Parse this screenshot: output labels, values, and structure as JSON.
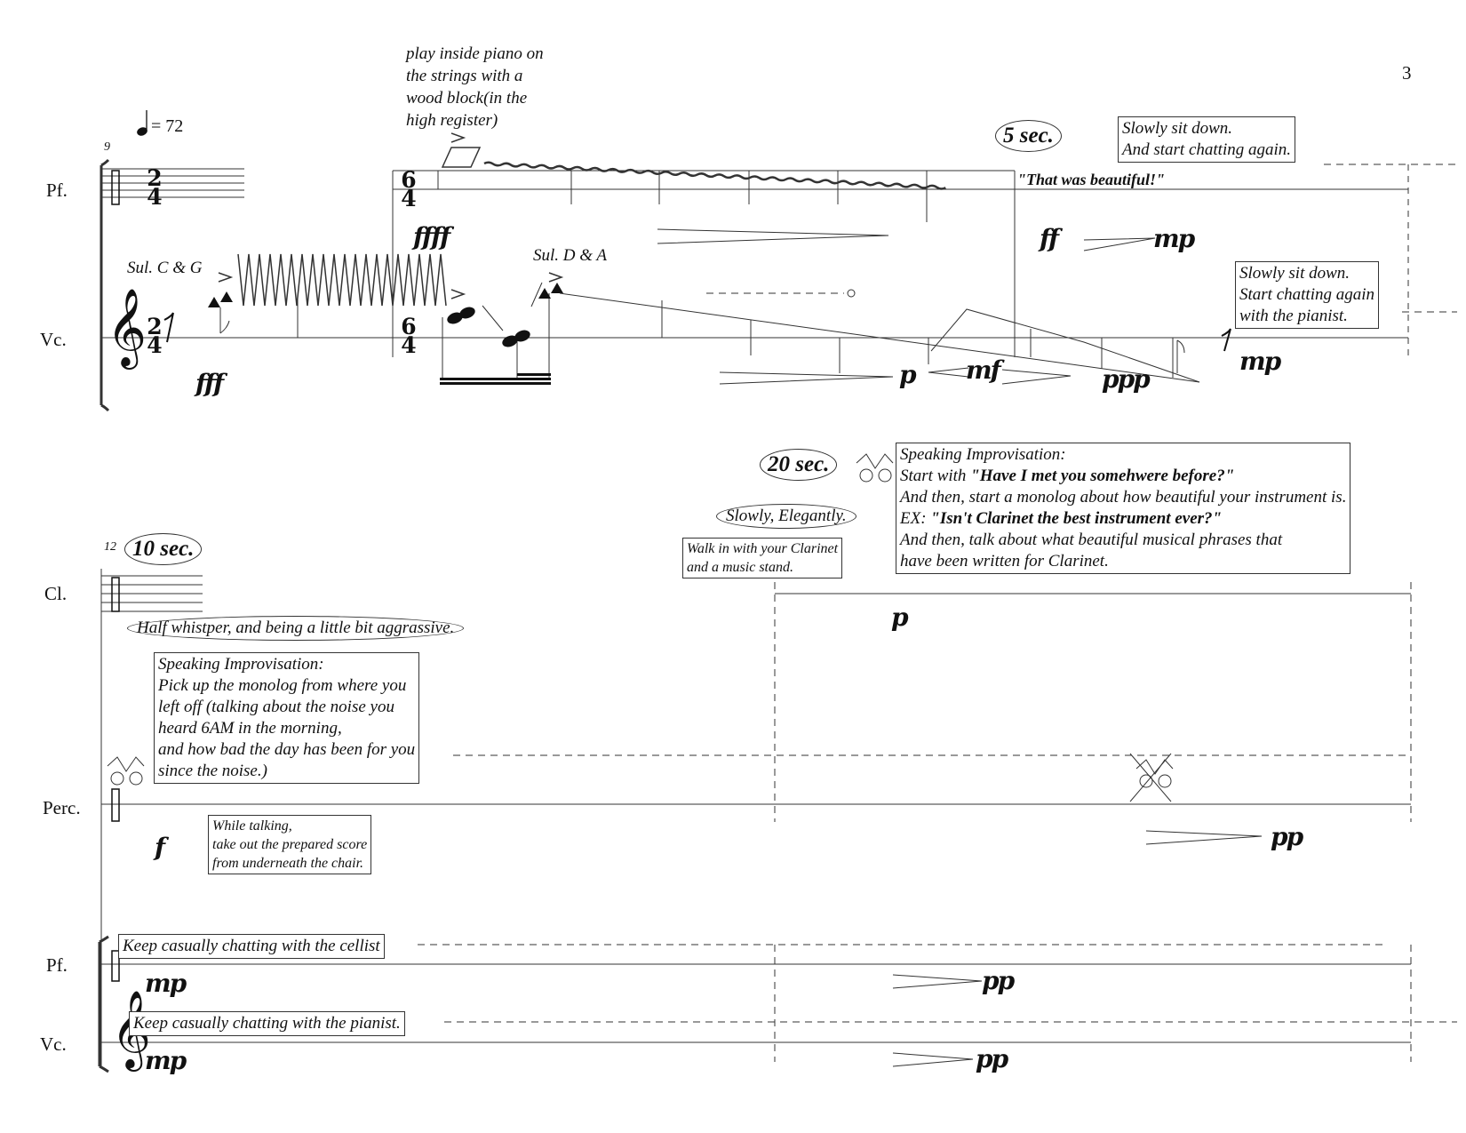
{
  "page": {
    "number": "3"
  },
  "system1": {
    "measure_number": "9",
    "tempo": "= 72",
    "instruments": {
      "piano": "Pf.",
      "cello": "Vc."
    },
    "time_signatures": {
      "first": [
        "2",
        "4"
      ],
      "second": [
        "6",
        "4"
      ]
    },
    "annotations": {
      "inside_piano": [
        "play inside piano on",
        "the strings with a",
        "wood block(in the",
        "high register)"
      ],
      "sul_cg": "Sul. C & G",
      "sul_da": "Sul. D & A",
      "duration": "5 sec.",
      "quote": "\"That was beautiful!\"",
      "pianist_box": [
        "Slowly sit down.",
        "And start chatting again."
      ],
      "cellist_box": [
        "Slowly sit down.",
        "Start chatting again",
        "with the pianist."
      ]
    },
    "dynamics": {
      "cello_fff": "fff",
      "piano_ffff": "ffff",
      "piano_ff": "ff",
      "piano_mp": "mp",
      "cello_p": "p",
      "cello_mf": "mf",
      "cello_ppp": "ppp",
      "cello_mp": "mp"
    }
  },
  "system2": {
    "measure_number": "12",
    "instruments": {
      "clarinet": "Cl.",
      "percussion": "Perc.",
      "piano": "Pf.",
      "cello": "Vc."
    },
    "durations": {
      "first": "10 sec.",
      "second": "20 sec."
    },
    "clarinet": {
      "manner": "Slowly, Elegantly.",
      "walk_in": [
        "Walk in with your Clarinet",
        "and a music stand."
      ],
      "dynamic": "p",
      "improv": {
        "heading": "Speaking Improvisation:",
        "line1_prefix": "Start with ",
        "line1_quote": "\"Have I met you somehwere before?\"",
        "line2": "And then, start a monolog about how beautiful your instrument is.",
        "line3_prefix": "EX: ",
        "line3_quote": "\"Isn't Clarinet the best instrument ever?\"",
        "line4": "And then, talk about what beautiful musical phrases that",
        "line5": "have been written for Clarinet."
      }
    },
    "percussion": {
      "manner": "Half whistper, and being a little bit aggrassive.",
      "improv": [
        "Speaking Improvisation:",
        "Pick up the monolog from where you",
        "left off (talking about the noise you",
        "heard 6AM in the morning,",
        "and how bad the day has been for you",
        "since the noise.)"
      ],
      "while_talking": [
        "While talking,",
        "take out the prepared score",
        "from underneath the chair."
      ],
      "dynamic_f": "f",
      "dynamic_pp": "pp"
    },
    "piano": {
      "text": "Keep casually chatting with the cellist",
      "dynamic_mp": "mp",
      "dynamic_pp": "pp"
    },
    "cello": {
      "text": "Keep casually chatting with the pianist.",
      "dynamic_mp": "mp",
      "dynamic_pp": "pp"
    }
  }
}
